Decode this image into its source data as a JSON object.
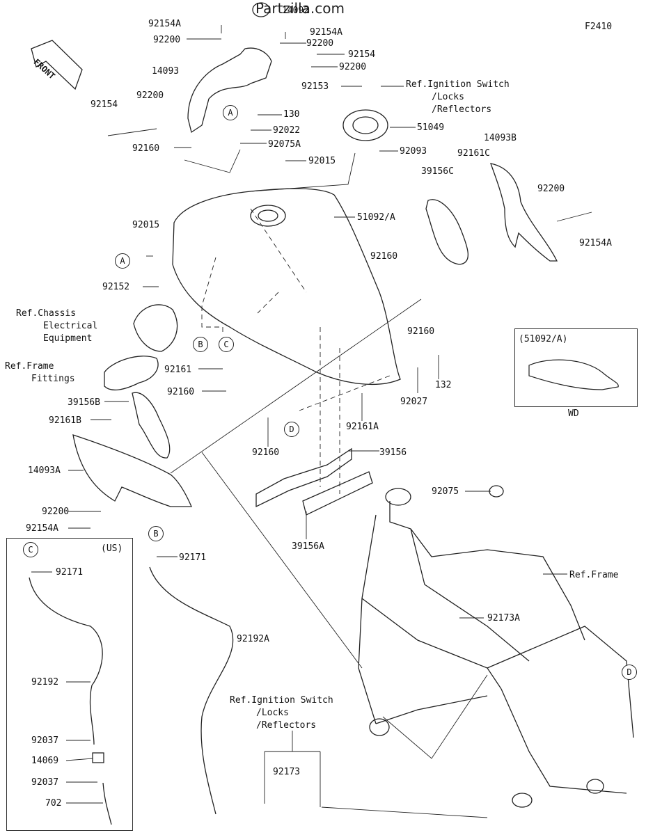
{
  "watermark": "Partzilla.com",
  "figure_code": "F2410",
  "front_label": "FRONT",
  "parts": {
    "p92154A_1": "92154A",
    "p92200_1": "92200",
    "p14093": "14093",
    "p14092": "14092",
    "p92154A_2": "92154A",
    "p92200_2": "92200",
    "p92154_1": "92154",
    "p92200_3": "92200",
    "p92154_2": "92154",
    "p92200_4": "92200",
    "p92160_1": "92160",
    "p130": "130",
    "p92022": "92022",
    "p92075A": "92075A",
    "p92015_1": "92015",
    "p92153": "92153",
    "p51049": "51049",
    "p92093": "92093",
    "p14093B": "14093B",
    "p92161C": "92161C",
    "p39156C": "39156C",
    "p92200_5": "92200",
    "p92154A_3": "92154A",
    "p51092A": "51092/A",
    "p92015_2": "92015",
    "p92160_2": "92160",
    "p92152": "92152",
    "p92160_3": "92160",
    "p92161": "92161",
    "p92160_4": "92160",
    "p132": "132",
    "p92027": "92027",
    "p39156B": "39156B",
    "p92161B": "92161B",
    "p14093A": "14093A",
    "p92200_6": "92200",
    "p92154A_4": "92154A",
    "p92160_5": "92160",
    "p92161A": "92161A",
    "p39156": "39156",
    "p39156A": "39156A",
    "p92075": "92075",
    "p92171_1": "92171",
    "p92171_2": "92171",
    "p92192A": "92192A",
    "p92192": "92192",
    "p92037_1": "92037",
    "p14069": "14069",
    "p92037_2": "92037",
    "p702": "702",
    "p92173A": "92173A",
    "p92173": "92173"
  },
  "refs": {
    "ignition_1": "Ref.Ignition Switch",
    "ignition_1b": "/Locks",
    "ignition_1c": "/Reflectors",
    "chassis_1": "Ref.Chassis",
    "chassis_2": "Electrical",
    "chassis_3": "Equipment",
    "frame_fit_1": "Ref.Frame",
    "frame_fit_2": "Fittings",
    "frame": "Ref.Frame",
    "ignition_2": "Ref.Ignition Switch",
    "ignition_2b": "/Locks",
    "ignition_2c": "/Reflectors"
  },
  "callouts": {
    "A1": "A",
    "A2": "A",
    "B1": "B",
    "B2": "B",
    "C1": "C",
    "C2": "C",
    "D1": "D",
    "D2": "D"
  },
  "inset_wd": {
    "part": "(51092/A)",
    "caption": "WD"
  },
  "inset_us": {
    "tag": "(US)"
  }
}
